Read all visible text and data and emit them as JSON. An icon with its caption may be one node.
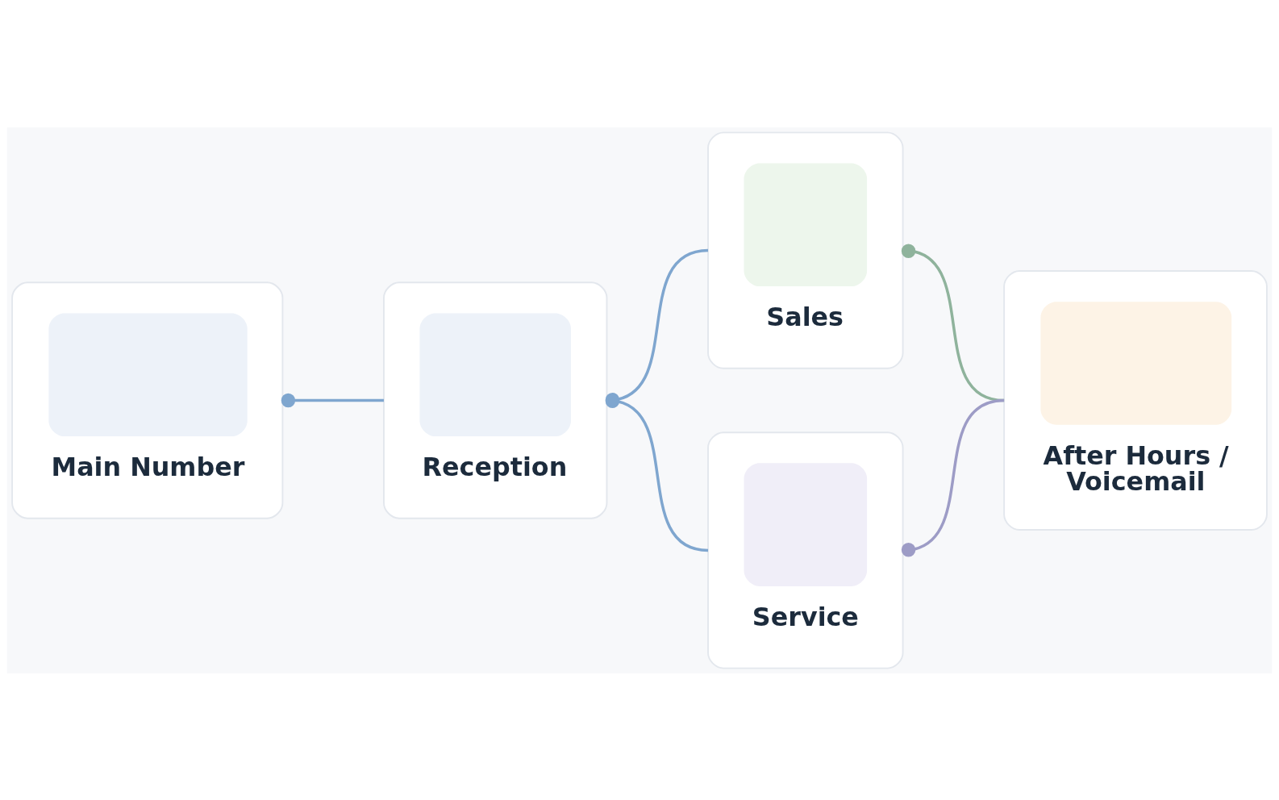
{
  "diagram": {
    "nodes": [
      {
        "text": [
          "Main Number"
        ]
      },
      {
        "text": [
          "Reception"
        ]
      },
      {
        "text": [
          "Sales"
        ]
      },
      {
        "text": [
          "Service"
        ]
      },
      {
        "text": [
          "After Hours / Voicemail"
        ]
      }
    ],
    "edges": [
      {
        "from": 0,
        "to": 1,
        "arrow": "other"
      },
      {
        "from": 1,
        "to": 2,
        "arrow": "other"
      },
      {
        "from": 1,
        "to": 3,
        "arrow": "other"
      },
      {
        "from": 2,
        "to": 4,
        "arrow": "other",
        "color": "#8fb39c"
      },
      {
        "from": 3,
        "to": 4,
        "arrow": "other",
        "color": "#9d9cc6"
      }
    ]
  }
}
